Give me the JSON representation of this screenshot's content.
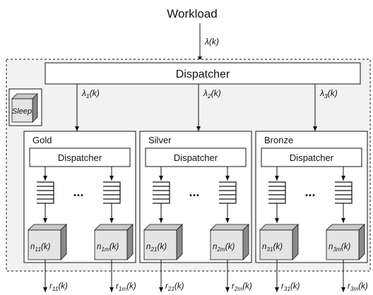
{
  "workload": "Workload",
  "lambda_in": "λ(k)",
  "dispatcher_main": "Dispatcher",
  "sleep": "Sleep",
  "streams": [
    {
      "sym": "λ",
      "sub": "1",
      "arg": "(k)"
    },
    {
      "sym": "λ",
      "sub": "2",
      "arg": "(k)"
    },
    {
      "sym": "λ",
      "sub": "3",
      "arg": "(k)"
    }
  ],
  "classes": [
    {
      "name": "Gold",
      "dispatcher": "Dispatcher",
      "ellipsis": "...",
      "servers": [
        {
          "sym": "n",
          "sub": "11",
          "arg": "(k)"
        },
        {
          "sym": "n",
          "sub": "1m",
          "arg": "(k)"
        }
      ],
      "outputs": [
        {
          "sym": "r",
          "sub": "11",
          "arg": "(k)"
        },
        {
          "sym": "r",
          "sub": "1m",
          "arg": "(k)"
        }
      ]
    },
    {
      "name": "Silver",
      "dispatcher": "Dispatcher",
      "ellipsis": "...",
      "servers": [
        {
          "sym": "n",
          "sub": "21",
          "arg": "(k)"
        },
        {
          "sym": "n",
          "sub": "2m",
          "arg": "(k)"
        }
      ],
      "outputs": [
        {
          "sym": "r",
          "sub": "21",
          "arg": "(k)"
        },
        {
          "sym": "r",
          "sub": "2m",
          "arg": "(k)"
        }
      ]
    },
    {
      "name": "Bronze",
      "dispatcher": "Dispatcher",
      "ellipsis": "...",
      "servers": [
        {
          "sym": "n",
          "sub": "31",
          "arg": "(k)"
        },
        {
          "sym": "n",
          "sub": "3m",
          "arg": "(k)"
        }
      ],
      "outputs": [
        {
          "sym": "r",
          "sub": "31",
          "arg": "(k)"
        },
        {
          "sym": "r",
          "sub": "3m",
          "arg": "(k)"
        }
      ]
    }
  ],
  "colors": {
    "line": "#111111",
    "outer_fill": "#f2f2f2",
    "cube_front": "#e4e4e4",
    "cube_side": "#8a8a8a",
    "cube_top": "#c8c8c8"
  }
}
